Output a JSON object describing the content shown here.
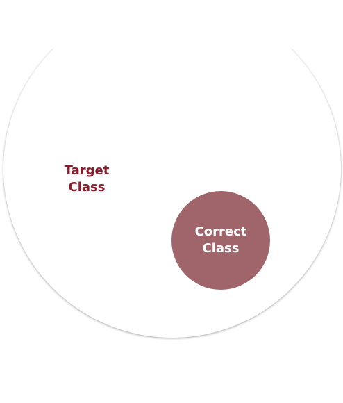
{
  "diagram": {
    "outer_set": {
      "label_line1": "Target",
      "label_line2": "Class",
      "label_color": "#8b1c2b",
      "fill_color": "#ffffff"
    },
    "inner_set": {
      "label_line1": "Correct",
      "label_line2": "Class",
      "label_color": "#ffffff",
      "fill_color": "#a0646b"
    }
  }
}
